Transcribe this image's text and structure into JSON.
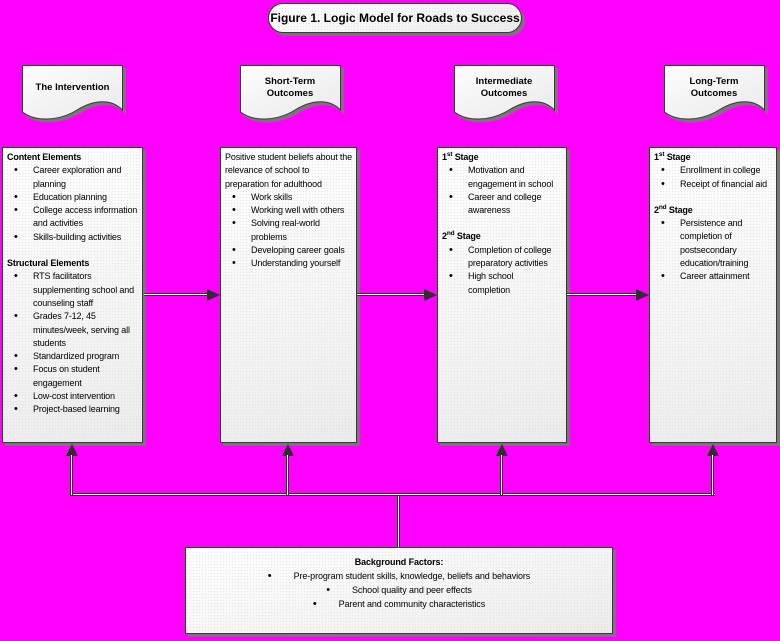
{
  "title": "Figure 1. Logic Model for Roads to Success",
  "colors": {
    "background": "#FF00FF",
    "box_fill": "#f5f5f5",
    "box_border": "#3a3a3a",
    "shadow": "#777777",
    "arrow": "#2f2f2f",
    "text": "#000000"
  },
  "columns": [
    {
      "header": "The Intervention",
      "sections": [
        {
          "heading": {
            "text": "Content Elements",
            "sup": "",
            "rest": ""
          },
          "bullets": [
            "Career exploration and planning",
            "Education planning",
            "College access information and activities",
            "Skills-building activities"
          ]
        },
        {
          "heading": {
            "text": "Structural Elements",
            "sup": "",
            "rest": ""
          },
          "bullets": [
            "RTS facilitators supplementing school and counseling staff",
            "Grades 7-12, 45 minutes/week, serving all students",
            "Standardized program",
            "Focus on student engagement",
            "Low-cost intervention",
            "Project-based learning"
          ]
        }
      ]
    },
    {
      "header": "Short-Term Outcomes",
      "sections": [
        {
          "heading": null,
          "intro": "Positive student beliefs about the relevance of school to preparation for adulthood",
          "bullets": [
            "Work skills",
            "Working well with others",
            "Solving real-world problems",
            "Developing career goals",
            "Understanding yourself"
          ]
        }
      ]
    },
    {
      "header": "Intermediate Outcomes",
      "sections": [
        {
          "heading": {
            "text": "1",
            "sup": "st",
            "rest": " Stage"
          },
          "bullets": [
            "Motivation and engagement in school",
            "Career and college awareness"
          ]
        },
        {
          "heading": {
            "text": "2",
            "sup": "nd",
            "rest": " Stage"
          },
          "bullets": [
            "Completion of college preparatory activities",
            "High school completion"
          ]
        }
      ]
    },
    {
      "header": "Long-Term Outcomes",
      "sections": [
        {
          "heading": {
            "text": "1",
            "sup": "st",
            "rest": " Stage"
          },
          "bullets": [
            "Enrollment in college",
            "Receipt of financial aid"
          ]
        },
        {
          "heading": {
            "text": "2",
            "sup": "nd",
            "rest": " Stage"
          },
          "bullets": [
            "Persistence and completion of postsecondary education/training",
            "Career attainment"
          ]
        }
      ]
    }
  ],
  "background_factors": {
    "heading": "Background Factors:",
    "bullets": [
      "Pre-program student skills, knowledge, beliefs and behaviors",
      "School quality and peer effects",
      "Parent and community characteristics"
    ]
  }
}
